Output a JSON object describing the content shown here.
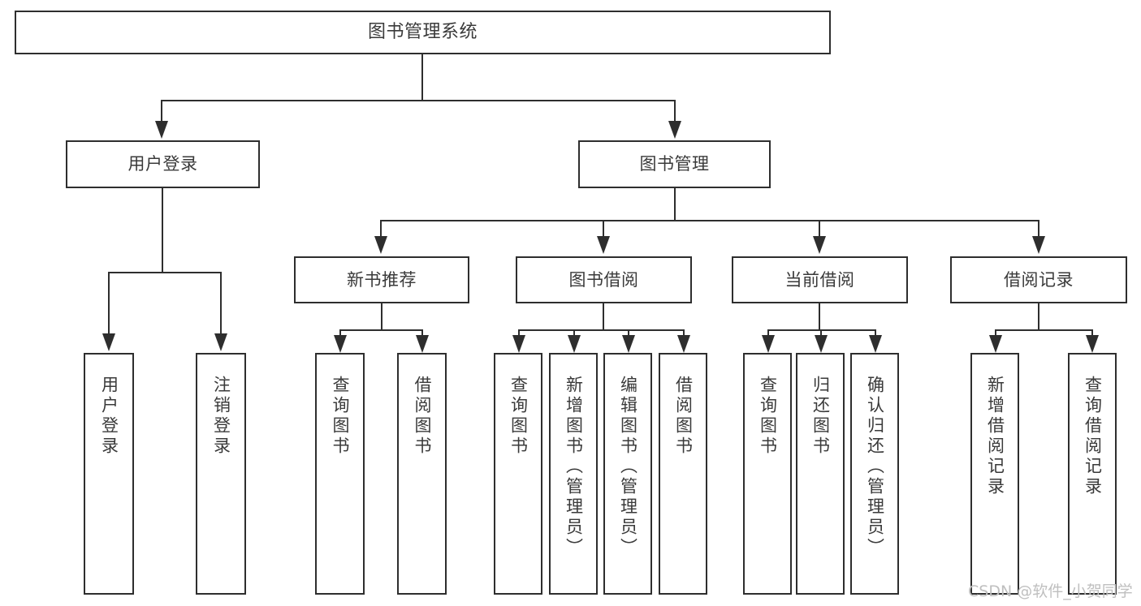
{
  "diagram": {
    "type": "hierarchy-tree",
    "root": {
      "label": "图书管理系统"
    },
    "level2": [
      {
        "label": "用户登录"
      },
      {
        "label": "图书管理"
      }
    ],
    "level3": [
      {
        "label": "新书推荐"
      },
      {
        "label": "图书借阅"
      },
      {
        "label": "当前借阅"
      },
      {
        "label": "借阅记录"
      }
    ],
    "leaves_user_login": [
      {
        "label": "用户登录"
      },
      {
        "label": "注销登录"
      }
    ],
    "leaves_new_book": [
      {
        "label": "查询图书"
      },
      {
        "label": "借阅图书"
      }
    ],
    "leaves_borrow": [
      {
        "label": "查询图书"
      },
      {
        "label": "新增图书（管理员）"
      },
      {
        "label": "编辑图书（管理员）"
      },
      {
        "label": "借阅图书"
      }
    ],
    "leaves_current": [
      {
        "label": "查询图书"
      },
      {
        "label": "归还图书"
      },
      {
        "label": "确认归还（管理员）"
      }
    ],
    "leaves_records": [
      {
        "label": "新增借阅记录"
      },
      {
        "label": "查询借阅记录"
      }
    ],
    "watermark": "CSDN @软件_小贺同学",
    "colors": {
      "stroke": "#2e2e2e",
      "text": "#3a3a3a",
      "background": "#ffffff",
      "watermark": "#bfbfbf"
    }
  }
}
